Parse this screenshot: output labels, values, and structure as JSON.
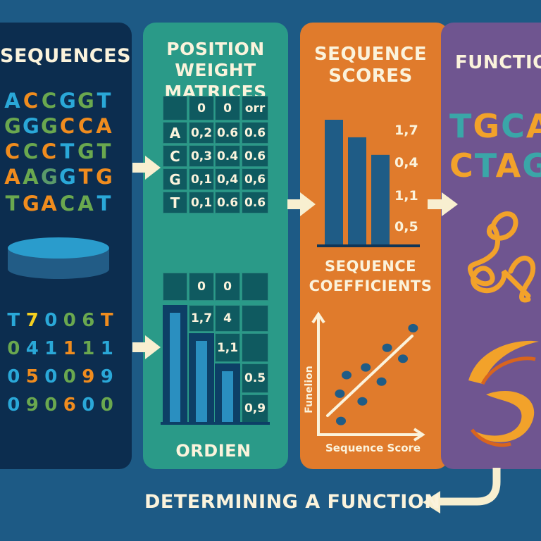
{
  "panels": {
    "sequences": {
      "title": "SEQUENCES",
      "rows": [
        [
          {
            "t": "A",
            "c": "#2aa8d8"
          },
          {
            "t": "C",
            "c": "#f08c1e"
          },
          {
            "t": "C",
            "c": "#6aa84f"
          },
          {
            "t": "G",
            "c": "#2aa8d8"
          },
          {
            "t": "G",
            "c": "#6aa84f"
          },
          {
            "t": "T",
            "c": "#2aa8d8"
          }
        ],
        [
          {
            "t": "G",
            "c": "#6aa84f"
          },
          {
            "t": "G",
            "c": "#2aa8d8"
          },
          {
            "t": "G",
            "c": "#6aa84f"
          },
          {
            "t": "C",
            "c": "#f08c1e"
          },
          {
            "t": "C",
            "c": "#f08c1e"
          },
          {
            "t": "A",
            "c": "#f08c1e"
          }
        ],
        [
          {
            "t": "C",
            "c": "#f08c1e"
          },
          {
            "t": "C",
            "c": "#6aa84f"
          },
          {
            "t": "C",
            "c": "#f08c1e"
          },
          {
            "t": "T",
            "c": "#2aa8d8"
          },
          {
            "t": "G",
            "c": "#6aa84f"
          },
          {
            "t": "T",
            "c": "#6aa84f"
          }
        ],
        [
          {
            "t": "A",
            "c": "#f08c1e"
          },
          {
            "t": "A",
            "c": "#6aa84f"
          },
          {
            "t": "G",
            "c": "#5a9a6a"
          },
          {
            "t": "G",
            "c": "#2aa8d8"
          },
          {
            "t": "T",
            "c": "#f08c1e"
          },
          {
            "t": "G",
            "c": "#f08c1e"
          }
        ],
        [
          {
            "t": "T",
            "c": "#6aa84f"
          },
          {
            "t": "G",
            "c": "#f08c1e"
          },
          {
            "t": "A",
            "c": "#f08c1e"
          },
          {
            "t": "C",
            "c": "#6aa84f"
          },
          {
            "t": "A",
            "c": "#6aa84f"
          },
          {
            "t": "T",
            "c": "#2aa8d8"
          }
        ]
      ],
      "number_rows": [
        [
          {
            "t": "T",
            "c": "#2aa8d8"
          },
          {
            "t": "7",
            "c": "#f5d020"
          },
          {
            "t": "0",
            "c": "#2aa8d8"
          },
          {
            "t": "0",
            "c": "#6aa84f"
          },
          {
            "t": "6",
            "c": "#6aa84f"
          },
          {
            "t": "T",
            "c": "#f08c1e"
          }
        ],
        [
          {
            "t": "0",
            "c": "#6aa84f"
          },
          {
            "t": "4",
            "c": "#2aa8d8"
          },
          {
            "t": "1",
            "c": "#2aa8d8"
          },
          {
            "t": "1",
            "c": "#f08c1e"
          },
          {
            "t": "1",
            "c": "#6aa84f"
          },
          {
            "t": "1",
            "c": "#2aa8d8"
          }
        ],
        [
          {
            "t": "0",
            "c": "#2aa8d8"
          },
          {
            "t": "5",
            "c": "#f08c1e"
          },
          {
            "t": "0",
            "c": "#2aa8d8"
          },
          {
            "t": "0",
            "c": "#6aa84f"
          },
          {
            "t": "9",
            "c": "#f08c1e"
          },
          {
            "t": "9",
            "c": "#2aa8d8"
          }
        ],
        [
          {
            "t": "0",
            "c": "#2aa8d8"
          },
          {
            "t": "9",
            "c": "#6aa84f"
          },
          {
            "t": "0",
            "c": "#6aa84f"
          },
          {
            "t": "6",
            "c": "#f08c1e"
          },
          {
            "t": "0",
            "c": "#2aa8d8"
          },
          {
            "t": "0",
            "c": "#6aa84f"
          }
        ]
      ]
    },
    "pwm": {
      "title_lines": [
        "POSITION",
        "WEIGHT",
        "MATRICES"
      ],
      "header": [
        "",
        "0",
        "0",
        "orr"
      ],
      "rows": [
        [
          "A",
          "0,2",
          "0.6",
          "0.6"
        ],
        [
          "C",
          "0,3",
          "0.4",
          "0.6"
        ],
        [
          "G",
          "0,1",
          "0,4",
          "0,6"
        ],
        [
          "T",
          "0,1",
          "0.6",
          "0.6"
        ]
      ],
      "second_header": [
        "0",
        "0"
      ],
      "second_values": [
        "1,7",
        "4",
        "1,1",
        "0.5",
        "0,9"
      ],
      "footer": "ORDIEN"
    },
    "scores": {
      "title_lines": [
        "SEQUENCE",
        "SCORES"
      ],
      "score_labels": [
        "1,7",
        "0,4",
        "1,1",
        "0,5"
      ],
      "bar_values": [
        1.0,
        0.86,
        0.72
      ],
      "coef_title_lines": [
        "SEQUENCE",
        "COEFFICIENTS"
      ],
      "y_axis_label": "Funelion",
      "x_axis_label": "Sequence Score",
      "points": [
        [
          0.15,
          0.08
        ],
        [
          0.14,
          0.33
        ],
        [
          0.2,
          0.5
        ],
        [
          0.34,
          0.26
        ],
        [
          0.37,
          0.57
        ],
        [
          0.51,
          0.44
        ],
        [
          0.56,
          0.75
        ],
        [
          0.7,
          0.65
        ],
        [
          0.79,
          0.93
        ]
      ]
    },
    "function": {
      "title": "FUNCTIO",
      "line1": [
        {
          "t": "T",
          "c": "#3aa6a8"
        },
        {
          "t": "G",
          "c": "#f2a22a"
        },
        {
          "t": "C",
          "c": "#3aa6a8"
        },
        {
          "t": "A",
          "c": "#f2a22a"
        }
      ],
      "line2": [
        {
          "t": "C",
          "c": "#f2a22a"
        },
        {
          "t": "T",
          "c": "#3aa6a8"
        },
        {
          "t": "A",
          "c": "#f2a22a"
        },
        {
          "t": "G",
          "c": "#3aa6a8"
        }
      ]
    }
  },
  "footer_label": "DETERMINING A FUNCTION",
  "colors": {
    "background": "#1d5a85",
    "panel1": "#0c2d4f",
    "panel2": "#2a9a88",
    "panel3": "#e07b2c",
    "panel4": "#6f5590",
    "arrow": "#f8efd0"
  }
}
